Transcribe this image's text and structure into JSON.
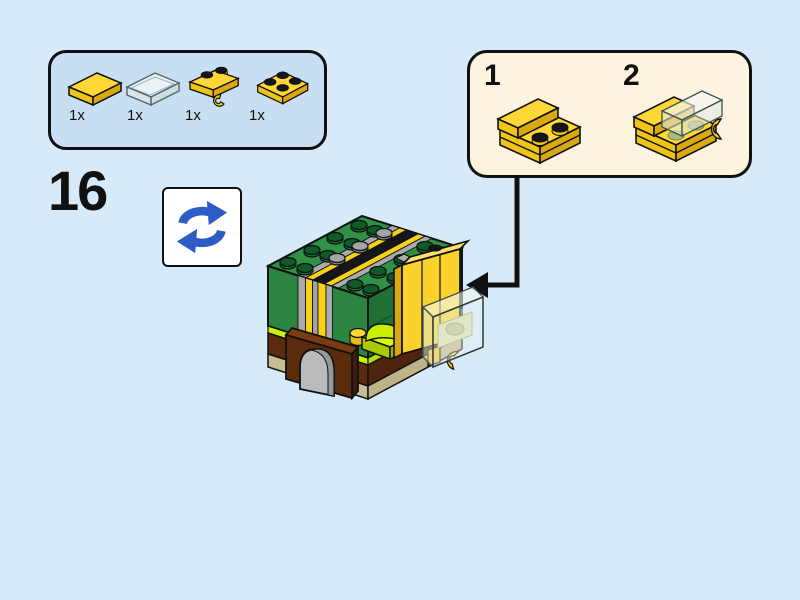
{
  "page": {
    "step_number": "16"
  },
  "parts_panel": {
    "items": [
      {
        "name": "tile-1x2-yellow",
        "qty": "1x"
      },
      {
        "name": "tile-1x2-trans-clear",
        "qty": "1x"
      },
      {
        "name": "plate-1x2-with-clip-yellow",
        "qty": "1x"
      },
      {
        "name": "plate-2x2-yellow",
        "qty": "1x"
      }
    ]
  },
  "rotate_hint": {
    "icon": "rotate-model-icon"
  },
  "callout": {
    "substeps": [
      {
        "label": "1",
        "name": "subassembly-step-1"
      },
      {
        "label": "2",
        "name": "subassembly-step-2"
      }
    ]
  },
  "model": {
    "name": "brickheadz-bee-model"
  },
  "colors": {
    "page_background": "#D7EAF9",
    "parts_panel_background": "#C7DEF3",
    "callout_background": "#FCF4DE",
    "outline": "#111111",
    "lego_yellow": "#F7D117",
    "lego_yellow_light": "#FCD735",
    "lego_green": "#2F9147",
    "lego_dark_green_stud": "#0E5A28",
    "lego_gray": "#A9ABAE",
    "lego_lime": "#C8F200",
    "lego_brown": "#5C2B0E",
    "lego_tan": "#C9BC92",
    "trans_clear": "#E8F2EE",
    "rotate_icon_blue": "#2E5CC5"
  }
}
